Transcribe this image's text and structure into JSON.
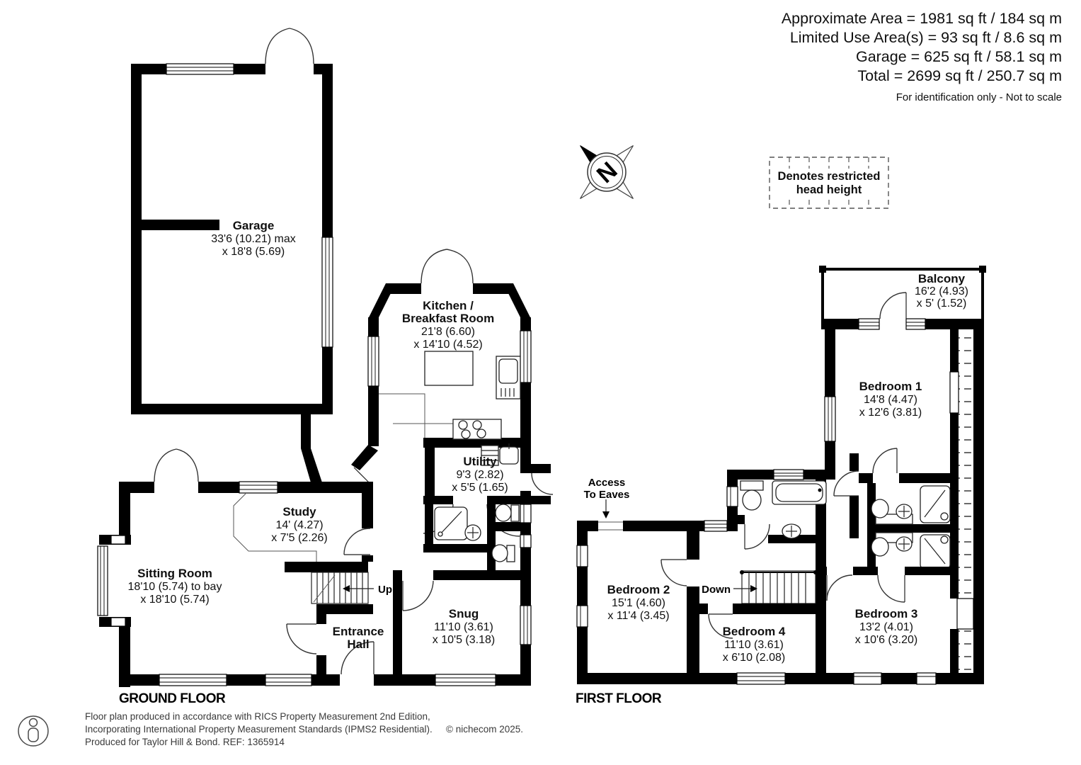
{
  "title_block": {
    "line1": "Approximate Area = 1981 sq ft / 184 sq m",
    "line2": "Limited Use Area(s) = 93 sq ft / 8.6 sq m",
    "line3": "Garage = 625 sq ft / 58.1 sq m",
    "line4": "Total = 2699 sq ft / 250.7 sq m",
    "note": "For identification only - Not to scale"
  },
  "legend": {
    "line1": "Denotes restricted",
    "line2": "head height"
  },
  "compass": {
    "north_label": "N"
  },
  "ground_floor": {
    "label": "GROUND FLOOR",
    "up_label": "Up",
    "rooms": {
      "garage": {
        "name": "Garage",
        "dim1": "33'6 (10.21) max",
        "dim2": "x 18'8 (5.69)"
      },
      "kitchen": {
        "name1": "Kitchen /",
        "name2": "Breakfast Room",
        "dim1": "21'8 (6.60)",
        "dim2": "x 14'10 (4.52)"
      },
      "utility": {
        "name": "Utility",
        "dim1": "9'3 (2.82)",
        "dim2": "x 5'5 (1.65)"
      },
      "study": {
        "name": "Study",
        "dim1": "14' (4.27)",
        "dim2": "x 7'5 (2.26)"
      },
      "sitting_room": {
        "name": "Sitting Room",
        "dim1": "18'10 (5.74) to bay",
        "dim2": "x 18'10 (5.74)"
      },
      "snug": {
        "name": "Snug",
        "dim1": "11'10 (3.61)",
        "dim2": "x 10'5 (3.18)"
      },
      "entrance_hall": {
        "name1": "Entrance",
        "name2": "Hall"
      }
    }
  },
  "first_floor": {
    "label": "FIRST FLOOR",
    "down_label": "Down",
    "access_eaves": {
      "line1": "Access",
      "line2": "To Eaves"
    },
    "rooms": {
      "balcony": {
        "name": "Balcony",
        "dim1": "16'2 (4.93)",
        "dim2": "x 5' (1.52)"
      },
      "bedroom1": {
        "name": "Bedroom 1",
        "dim1": "14'8 (4.47)",
        "dim2": "x 12'6 (3.81)"
      },
      "bedroom2": {
        "name": "Bedroom 2",
        "dim1": "15'1 (4.60)",
        "dim2": "x 11'4 (3.45)"
      },
      "bedroom3": {
        "name": "Bedroom 3",
        "dim1": "13'2 (4.01)",
        "dim2": "x 10'6 (3.20)"
      },
      "bedroom4": {
        "name": "Bedroom 4",
        "dim1": "11'10 (3.61)",
        "dim2": "x 6'10 (2.08)"
      }
    }
  },
  "footer": {
    "line1": "Floor plan produced in accordance with RICS Property Measurement 2nd Edition,",
    "line2": "Incorporating International Property Measurement Standards (IPMS2 Residential).",
    "copyright": "© nichecom 2025.",
    "line3": "Produced for Taylor Hill & Bond.   REF:  1365914"
  },
  "colors": {
    "wall": "#000000",
    "text": "#101010",
    "muted": "#3a3a3a"
  }
}
